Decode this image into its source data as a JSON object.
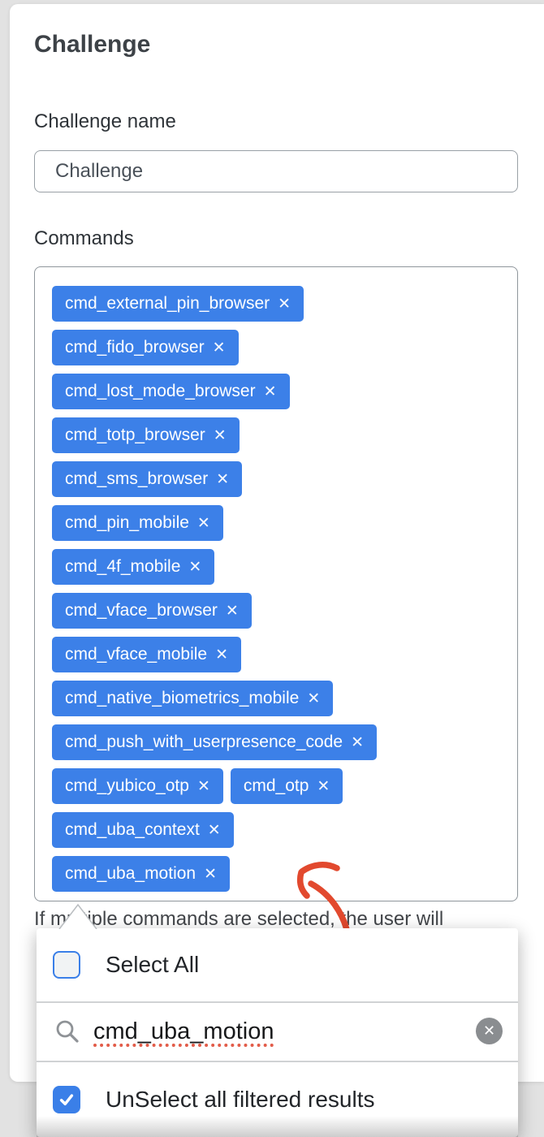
{
  "page": {
    "title": "Challenge"
  },
  "form": {
    "name_field": {
      "label": "Challenge name",
      "value": "Challenge"
    },
    "commands_field": {
      "label": "Commands",
      "remove_icon": "✕",
      "chip_rows": [
        [
          "cmd_external_pin_browser"
        ],
        [
          "cmd_fido_browser"
        ],
        [
          "cmd_lost_mode_browser"
        ],
        [
          "cmd_totp_browser"
        ],
        [
          "cmd_sms_browser"
        ],
        [
          "cmd_pin_mobile"
        ],
        [
          "cmd_4f_mobile"
        ],
        [
          "cmd_vface_browser"
        ],
        [
          "cmd_vface_mobile"
        ],
        [
          "cmd_native_biometrics_mobile"
        ],
        [
          "cmd_push_with_userpresence_code"
        ],
        [
          "cmd_yubico_otp",
          "cmd_otp"
        ],
        [
          "cmd_uba_context"
        ],
        [
          "cmd_uba_motion"
        ]
      ]
    },
    "help_text": "If multiple commands are selected, the user will"
  },
  "dropdown": {
    "select_all": {
      "label": "Select All",
      "checked": false
    },
    "search": {
      "value": "cmd_uba_motion",
      "clear_icon": "✕"
    },
    "unselect_filtered": {
      "label": "UnSelect all filtered results",
      "checked": true
    }
  },
  "colors": {
    "chip_blue": "#3c80e8",
    "checkbox_blue": "#3a7fe8",
    "arrow_red": "#e2492e",
    "spellcheck_red": "#e25c49",
    "clear_button_gray": "#8a8d90"
  }
}
